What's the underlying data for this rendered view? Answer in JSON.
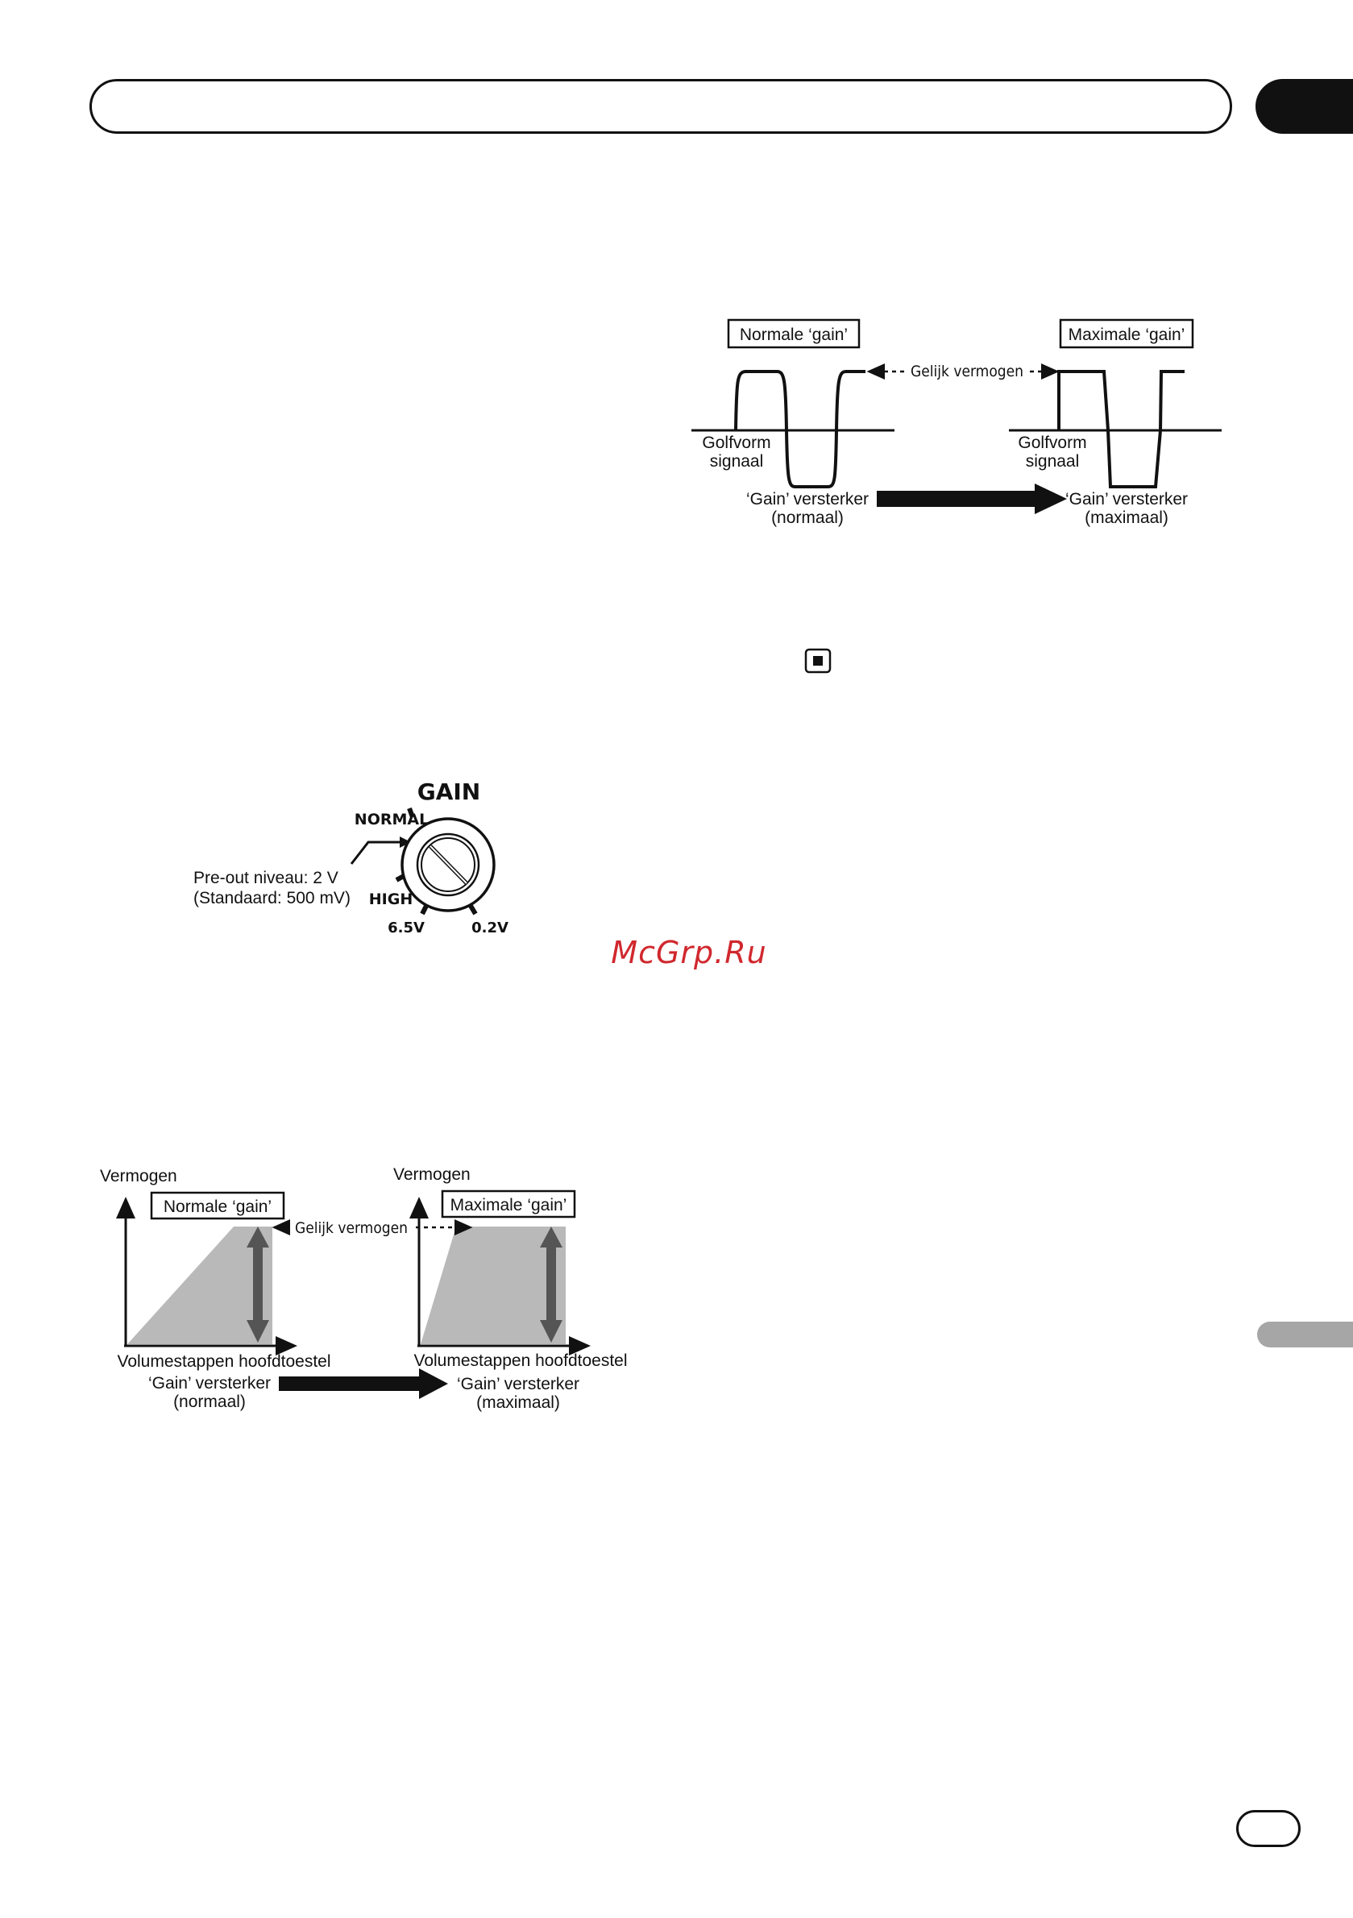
{
  "waveform_diagram": {
    "left_label": "Normale ‘gain’",
    "right_label": "Maximale ‘gain’",
    "equal_power": "Gelijk vermogen",
    "signal_left": [
      "Golfvorm",
      "signaal"
    ],
    "signal_right": [
      "Golfvorm",
      "signaal"
    ],
    "amp_left": [
      "‘Gain’ versterker",
      "(normaal)"
    ],
    "amp_right": [
      "‘Gain’ versterker",
      "(maximaal)"
    ]
  },
  "gain_knob": {
    "title": "GAIN",
    "normal": "NORMAL",
    "high": "HIGH",
    "left_value": "6.5V",
    "right_value": "0.2V",
    "note_line1": "Pre-out niveau: 2 V",
    "note_line2": "(Standaard: 500 mV)"
  },
  "power_diagram": {
    "y_label_left": "Vermogen",
    "y_label_right": "Vermogen",
    "left_label": "Normale ‘gain’",
    "right_label": "Maximale ‘gain’",
    "equal_power": "Gelijk vermogen",
    "x_label_left": "Volumestappen hoofdtoestel",
    "x_label_right": "Volumestappen hoofdtoestel",
    "amp_left": [
      "‘Gain’ versterker",
      "(normaal)"
    ],
    "amp_right": [
      "‘Gain’ versterker",
      "(maximaal)"
    ]
  },
  "watermark": "McGrp.Ru"
}
